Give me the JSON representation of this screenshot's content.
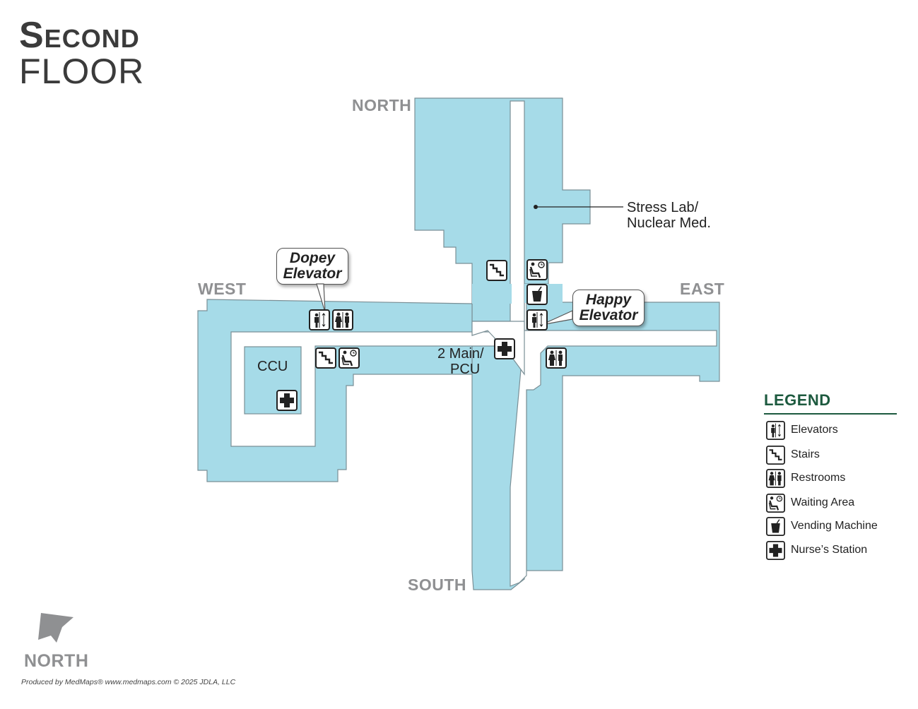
{
  "title": {
    "line1": "Second",
    "line2": "FLOOR"
  },
  "directions": {
    "north": "NORTH",
    "south": "SOUTH",
    "east": "EAST",
    "west": "WEST"
  },
  "labels": {
    "ccu": "CCU",
    "main_pcu_line1": "2 Main/",
    "main_pcu_line2": "PCU",
    "stress_line1": "Stress Lab/",
    "stress_line2": "Nuclear Med."
  },
  "callouts": {
    "dopey_line1": "Dopey",
    "dopey_line2": "Elevator",
    "happy_line1": "Happy",
    "happy_line2": "Elevator"
  },
  "legend": {
    "title": "LEGEND",
    "items": [
      {
        "icon": "elevator-icon",
        "label": "Elevators"
      },
      {
        "icon": "stairs-icon",
        "label": "Stairs"
      },
      {
        "icon": "restroom-icon",
        "label": "Restrooms"
      },
      {
        "icon": "waiting-area-icon",
        "label": "Waiting Area"
      },
      {
        "icon": "vending-machine-icon",
        "label": "Vending Machine"
      },
      {
        "icon": "nurse-station-icon",
        "label": "Nurse’s Station"
      }
    ]
  },
  "compass": {
    "label": "NORTH"
  },
  "footer": "Produced by MedMaps®  www.medmaps.com  © 2025 JDLA, LLC",
  "colors": {
    "area_fill": "#a6dbe8",
    "area_stroke": "#7a8f96",
    "heading": "#1d5a3f",
    "direction": "#8f9092"
  }
}
